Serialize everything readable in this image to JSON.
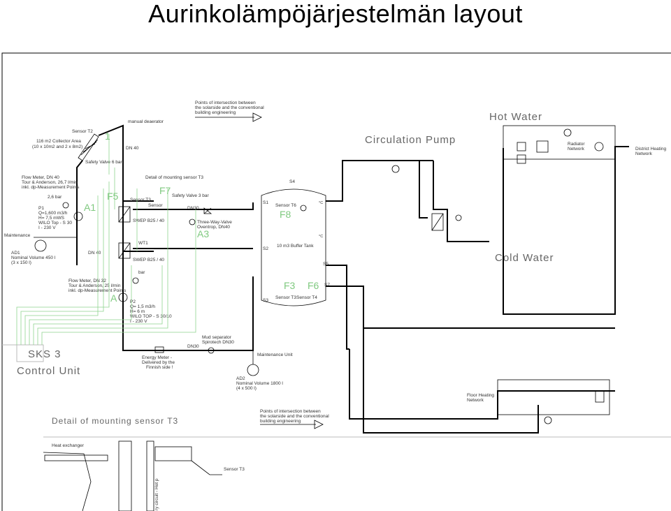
{
  "header": {
    "title": "Aurinkolämpöjärjestelmän layout"
  },
  "labels": {
    "hot_water": "Hot Water",
    "cold_water": "Cold Water",
    "circulation_pump": "Circulation Pump",
    "control_unit": "Control Unit",
    "sks3": "SKS 3",
    "detail_title": "Detail of mounting sensor T3",
    "detail_title_small": "Detail of mounting sensor T3",
    "radiator_network_1": "Radiator",
    "radiator_network_2": "Network",
    "district_heating_1": "District Heating",
    "district_heating_2": "Network",
    "floor_heating_1": "Floor Heating",
    "floor_heating_2": "Network",
    "intersection_top_1": "Points of intersection between",
    "intersection_top_2": "the solarside and the conventional",
    "intersection_top_3": "building engineering",
    "intersection_bottom_1": "Points of intersection between",
    "intersection_bottom_2": "the solarside and the conventional",
    "intersection_bottom_3": "building engineering",
    "manual_deaerator": "manual deaerator",
    "sensor_t2": "Sensor T2",
    "collector_area_1": "116 m2 Collector Area",
    "collector_area_2": "(10 x 10m2 and 2 x 8m2)",
    "dn40_top": "DN 40",
    "safety_valve_6": "Safety Valve 6 bar",
    "flow_meter_1a": "Flow Meter, DN 40",
    "flow_meter_1b": "Tour & Anderson, 26,7 l/min",
    "flow_meter_1c": "inkl. dp-Measurement Points",
    "pressure_26": "2,6 bar",
    "p1_1": "P1",
    "p1_2": "Q=1,600 m3/h",
    "p1_3": "H= 7,5 mWS",
    "p1_4": "WILO Top - S 30",
    "p1_5": "I - 230 V",
    "maintenance_left": "Maintenance",
    "ad1_1": "AD1",
    "ad1_2": "Nominal Volume 450 l",
    "ad1_3": "(3 x 150 l)",
    "dn40_mid": "DN 40",
    "detail_mounting_t3": "Detail of mounting sensor T3",
    "sensor_t3_a": "Sensor T3",
    "sensor_t3_b": "Sensor",
    "safety_valve_3": "Safety Valve 3 bar",
    "dn30_mid": "DN30",
    "three_way_1": "Three-Way-Valve",
    "three_way_2": "Oventrop, DN40",
    "swep_1": "SWEP B25 / 40",
    "swep_2": "SWEP B25 / 40",
    "wt1": "WT1",
    "bar_small": "bar",
    "flow_meter_2a": "Flow Meter, DN 32",
    "flow_meter_2b": "Tour & Anderson, 25 l/min",
    "flow_meter_2c": "inkl. dp-Measurement Points",
    "p2_1": "P2",
    "p2_2": "Q= 1,5 m3/h",
    "p2_3": "H= 6 m",
    "p2_4": "WILO TOP - S 30/10",
    "p2_5": "I - 230 V",
    "energy_meter_1": "Energy Meter -",
    "energy_meter_2": "Delivered by the",
    "energy_meter_3": "Finnish side !",
    "dn30_bottom": "DN30",
    "mud_sep_1": "Mud separator",
    "mud_sep_2": "Spirotech DN30",
    "maintenance_unit": "Maintenance Unit",
    "ad2_1": "AD2",
    "ad2_2": "Nominal Volume 1800 l",
    "ad2_3": "(4 x 500 l)",
    "s1": "S1",
    "s2": "S2",
    "s3": "S3",
    "s4": "S4",
    "s5": "S5",
    "s7": "S7",
    "sensor_t6": "Sensor T6",
    "buffer_tank": "10 m3 Buffer Tank",
    "sensor_t3_t4": "Sensor T3",
    "sensor_t4": "Sensor T4",
    "deg_c": "°C",
    "heat_exchanger": "Heat exchanger",
    "sensor_t3_detail": "Sensor T3",
    "hot_pipe_label": "ry circuit - Hot p",
    "tag_a1": "A1",
    "tag_a3": "A3",
    "tag_f5": "F5",
    "tag_f7": "F7",
    "tag_f8": "F8",
    "tag_f3": "F3",
    "tag_f6": "F6",
    "tag_a": "A",
    "tag_1": "1"
  },
  "colors": {
    "control_lines": "#8fd48f",
    "tags": "#7fc97f",
    "big_labels": "#666666"
  }
}
